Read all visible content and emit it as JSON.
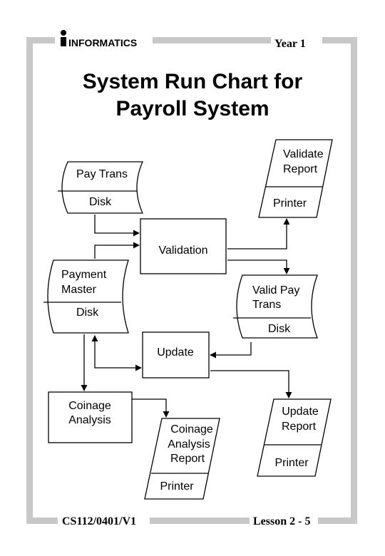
{
  "header": {
    "logo_text": "INFORMATICS",
    "year": "Year 1"
  },
  "title": {
    "line1": "System Run Chart for",
    "line2": "Payroll System"
  },
  "nodes": {
    "pay_trans": {
      "label": "Pay Trans",
      "media": "Disk"
    },
    "payment_master": {
      "label_line1": "Payment",
      "label_line2": "Master",
      "media": "Disk"
    },
    "validation": {
      "label": "Validation"
    },
    "validate_report": {
      "label_line1": "Validate",
      "label_line2": "Report",
      "media": "Printer"
    },
    "valid_pay_trans": {
      "label_line1": "Valid Pay",
      "label_line2": "Trans",
      "media": "Disk"
    },
    "update": {
      "label": "Update"
    },
    "coinage_analysis": {
      "label_line1": "Coinage",
      "label_line2": "Analysis"
    },
    "coinage_report": {
      "label_line1": "Coinage",
      "label_line2": "Analysis",
      "label_line3": "Report",
      "media": "Printer"
    },
    "update_report": {
      "label_line1": "Update",
      "label_line2": "Report",
      "media": "Printer"
    }
  },
  "footer": {
    "code": "CS112/0401/V1",
    "lesson": "Lesson 2 - 5"
  },
  "colors": {
    "frame": "#c8c8c8",
    "ink": "#000000",
    "background": "#ffffff"
  }
}
